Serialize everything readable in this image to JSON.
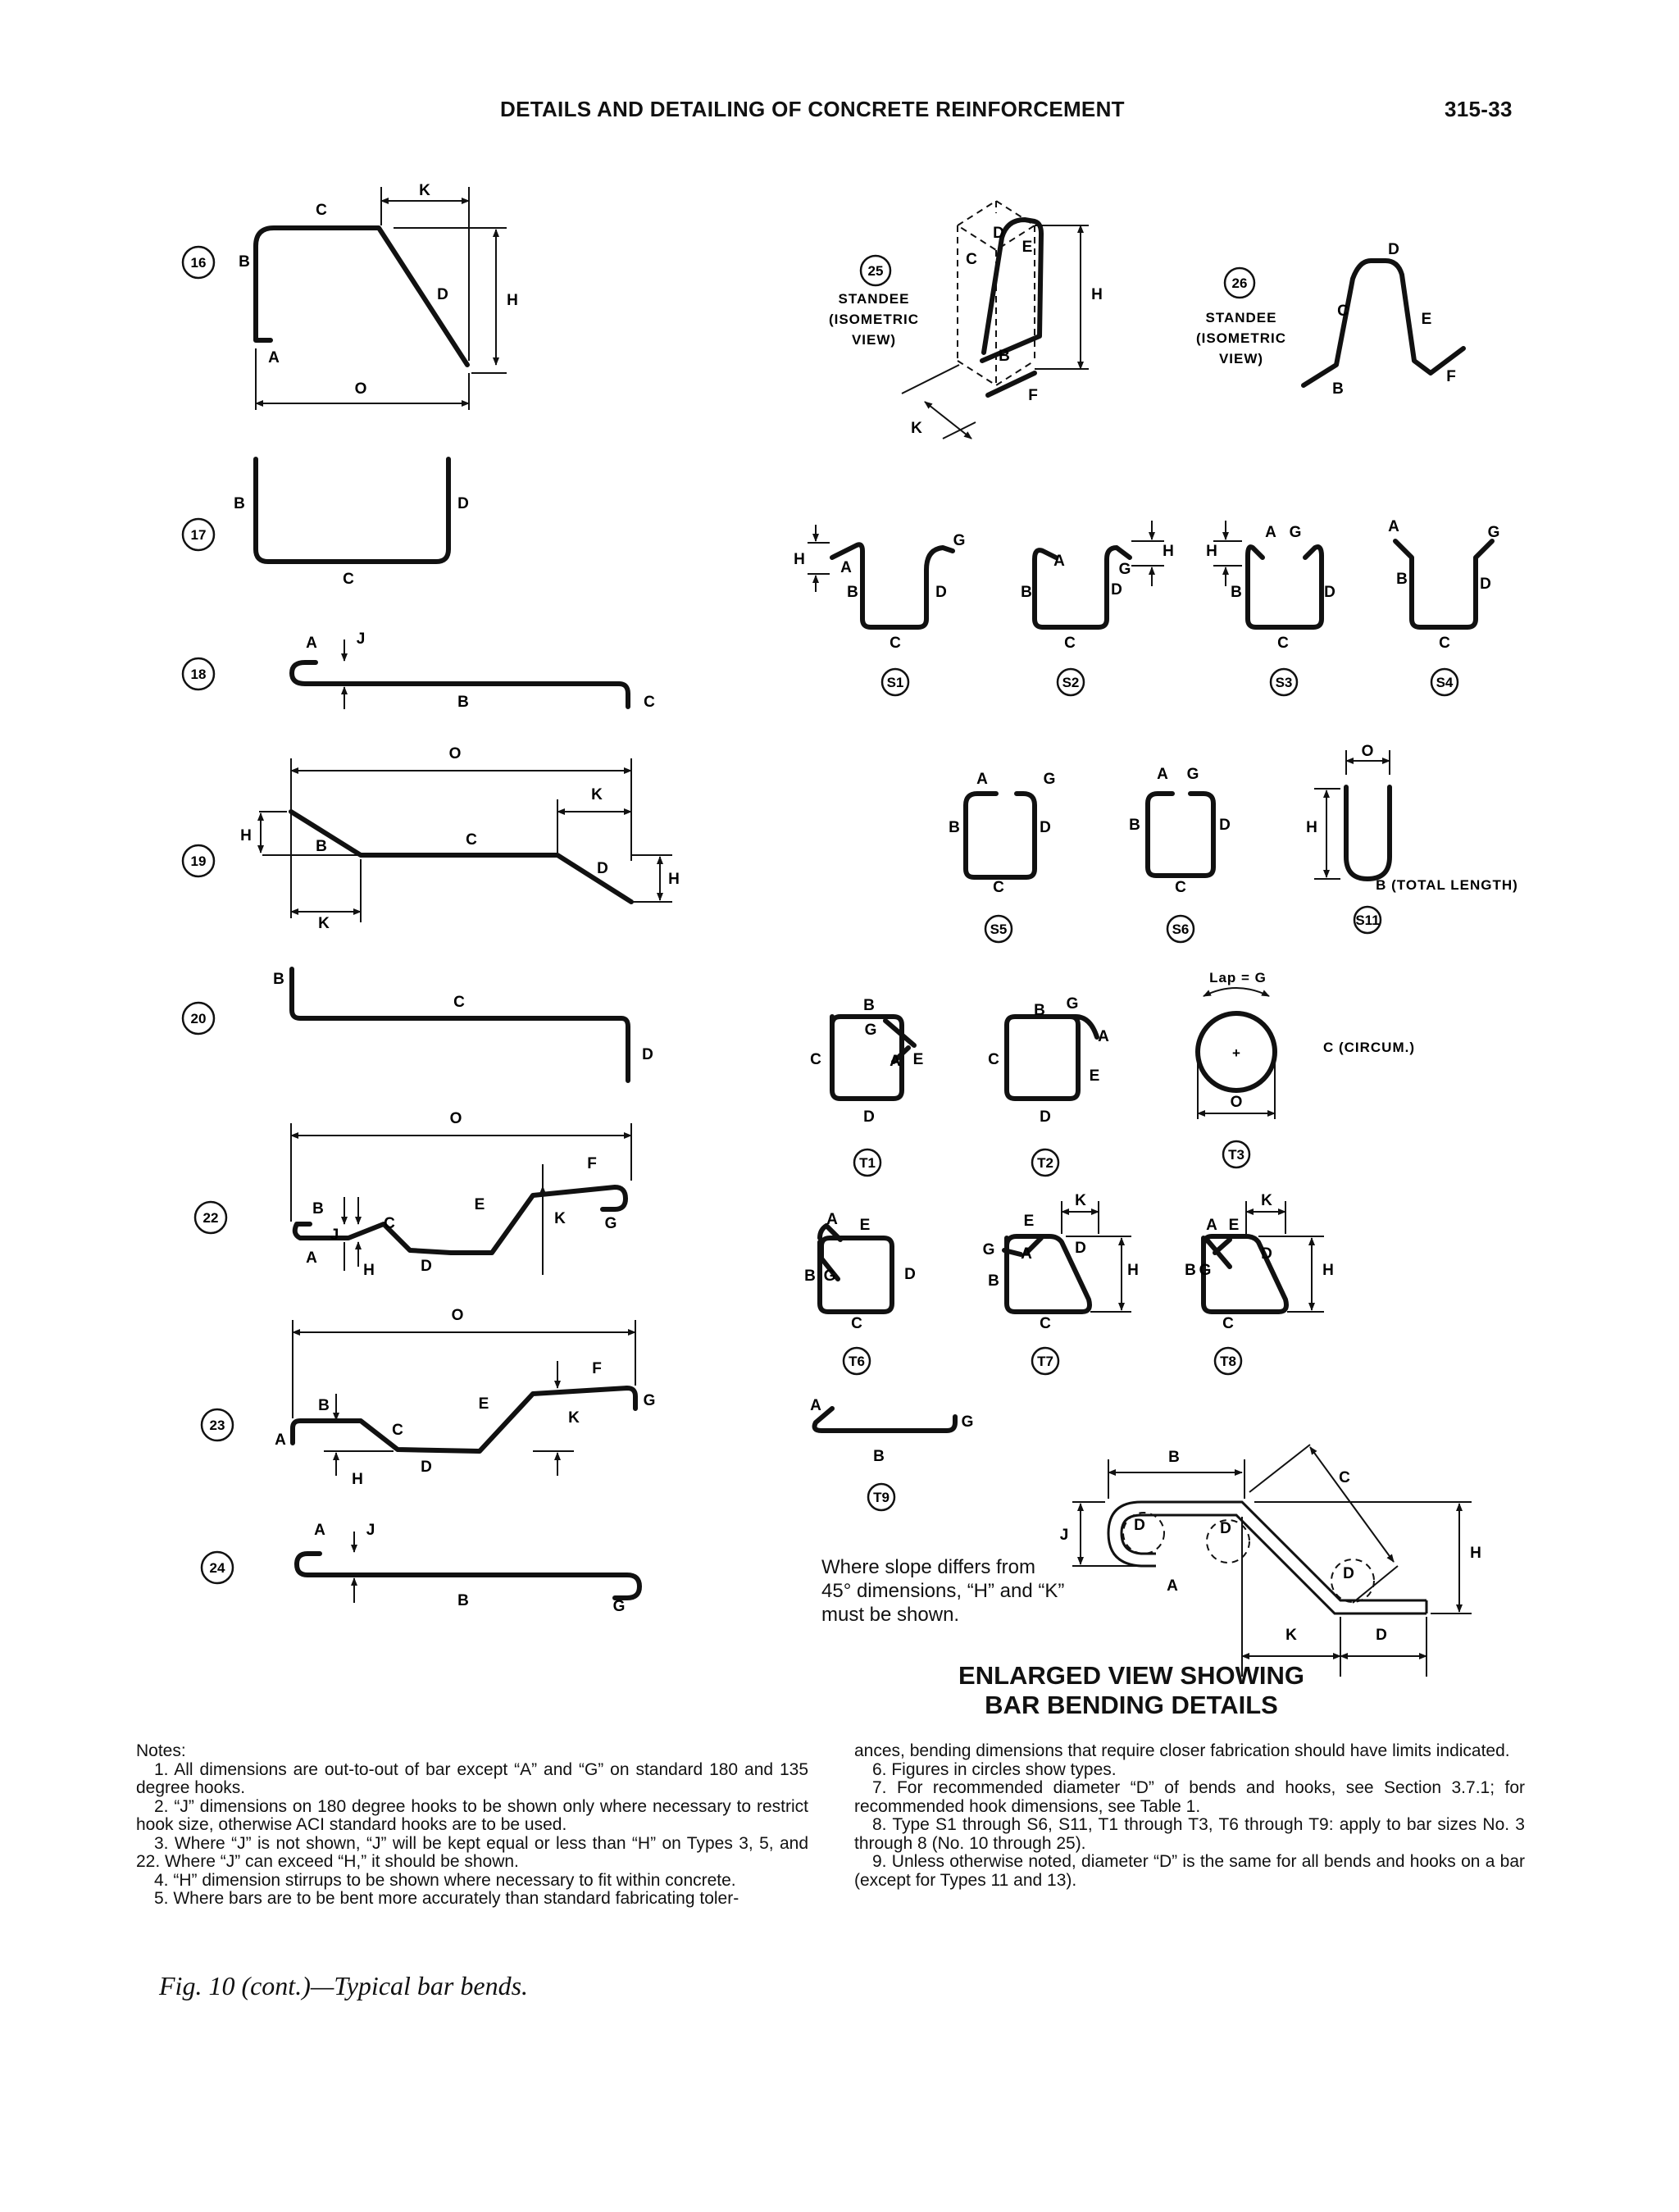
{
  "header": {
    "title": "DETAILS AND DETAILING OF CONCRETE REINFORCEMENT",
    "page": "315-33"
  },
  "types": {
    "t16": "16",
    "t17": "17",
    "t18": "18",
    "t19": "19",
    "t20": "20",
    "t22": "22",
    "t23": "23",
    "t24": "24",
    "t25": "25",
    "t26": "26",
    "s1": "S1",
    "s2": "S2",
    "s3": "S3",
    "s4": "S4",
    "s5": "S5",
    "s6": "S6",
    "s11": "S11",
    "t1": "T1",
    "t2": "T2",
    "t3": "T3",
    "t6": "T6",
    "t7": "T7",
    "t8": "T8",
    "t9": "T9"
  },
  "standee": {
    "line1": "STANDEE",
    "line2": "(ISOMETRIC",
    "line3": "VIEW)"
  },
  "labels": {
    "A": "A",
    "B": "B",
    "C": "C",
    "D": "D",
    "E": "E",
    "F": "F",
    "G": "G",
    "H": "H",
    "J": "J",
    "K": "K",
    "O": "O",
    "total_length": "B (TOTAL LENGTH)",
    "lap": "Lap = G",
    "circum": "C (CIRCUM.)",
    "plus": "+"
  },
  "slope_note": "Where slope differs from 45° dimensions, “H” and “K” must be shown.",
  "enlarged": {
    "line1": "ENLARGED VIEW SHOWING",
    "line2": "BAR BENDING DETAILS"
  },
  "notes": {
    "heading": "Notes:",
    "n1": "1. All dimensions are out-to-out of bar except “A” and “G” on standard 180 and 135 degree hooks.",
    "n2": "2. “J” dimensions on 180 degree hooks to be shown only where necessary to restrict hook size, otherwise ACI standard hooks are to be used.",
    "n3": "3. Where “J” is not shown, “J” will be kept equal or less than “H” on Types 3, 5, and 22. Where “J” can exceed “H,” it should be shown.",
    "n4": "4. “H” dimension stirrups to be shown where necessary to fit within concrete.",
    "n5": "5. Where bars are to be bent more accurately than standard fabricating toler-",
    "n5b": "ances, bending dimensions that require closer fabrication should have limits indicated.",
    "n6": "6. Figures in circles show types.",
    "n7": "7. For recommended diameter “D” of bends and hooks, see Section 3.7.1; for recommended hook dimensions, see Table 1.",
    "n8": "8. Type S1 through S6, S11, T1 through T3, T6 through T9: apply to bar sizes No. 3 through 8 (No. 10 through 25).",
    "n9": "9. Unless otherwise noted, diameter “D” is the same for all bends and hooks on a bar (except for Types 11 and 13)."
  },
  "caption": "Fig. 10 (cont.)—Typical bar bends."
}
